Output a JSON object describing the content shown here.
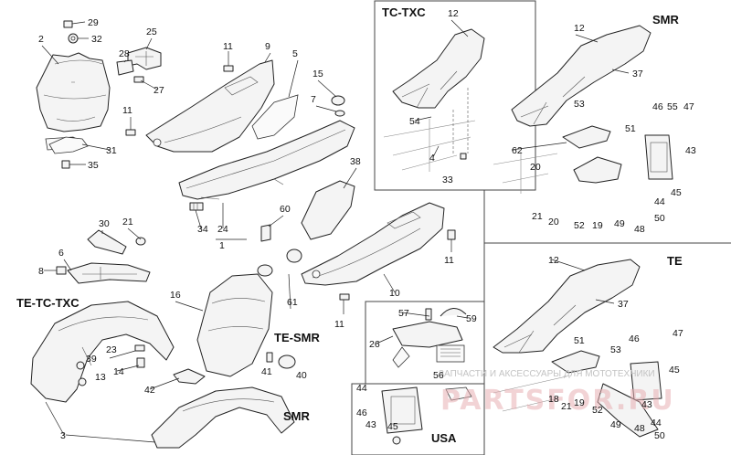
{
  "groups": {
    "te_tc_txc": "TE-TC-TXC",
    "te_smr": "TE-SMR",
    "smr_fender": "SMR",
    "tc_txc": "TC-TXC",
    "smr": "SMR",
    "te": "TE",
    "usa": "USA"
  },
  "watermark": {
    "caption": "ЗАПЧАСТИ И АКСЕССУАРЫ ДЛЯ МОТОТЕХНИКИ",
    "brand": "PARTSFOR.RU"
  },
  "labels": {
    "main": [
      "29",
      "32",
      "25",
      "2",
      "28",
      "27",
      "11",
      "9",
      "5",
      "15",
      "7",
      "11",
      "31",
      "35",
      "34",
      "24",
      "1",
      "38",
      "30",
      "21",
      "6",
      "8",
      "60",
      "16",
      "61",
      "11",
      "10",
      "11",
      "TE-TC-TXC",
      "23",
      "14",
      "39",
      "13",
      "3",
      "42",
      "41",
      "40",
      "SMR",
      "57",
      "59",
      "26",
      "56",
      "44",
      "46",
      "43",
      "45"
    ],
    "tc_txc": [
      "12",
      "54",
      "4",
      "33"
    ],
    "smr": [
      "12",
      "37",
      "53",
      "51",
      "62",
      "20",
      "46",
      "55",
      "47",
      "43",
      "44",
      "45",
      "21",
      "20",
      "52",
      "19",
      "49",
      "48",
      "50"
    ],
    "te": [
      "12",
      "37",
      "51",
      "53",
      "46",
      "47",
      "45",
      "18",
      "21",
      "19",
      "52",
      "49",
      "48",
      "50",
      "43",
      "44"
    ]
  }
}
